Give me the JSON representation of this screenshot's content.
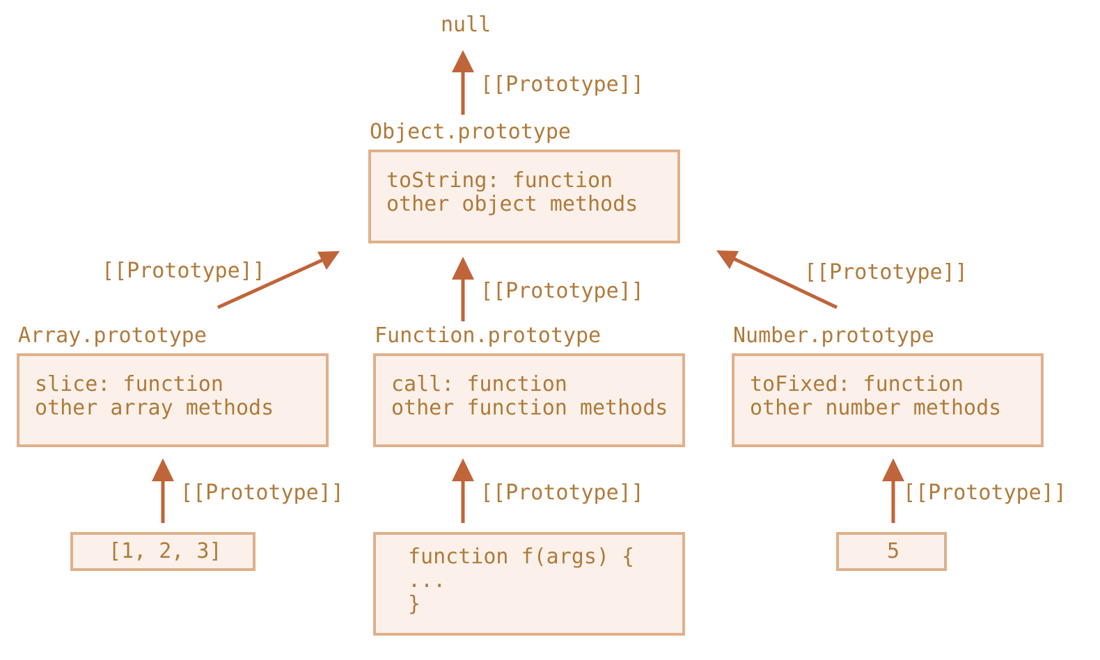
{
  "null_label": "null",
  "link_label": "[[Prototype]]",
  "object_proto": {
    "title": "Object.prototype",
    "lines": [
      "toString: function",
      "other object methods"
    ]
  },
  "array_proto": {
    "title": "Array.prototype",
    "lines": [
      "slice: function",
      "other array methods"
    ]
  },
  "function_proto": {
    "title": "Function.prototype",
    "lines": [
      "call: function",
      "other function methods"
    ]
  },
  "number_proto": {
    "title": "Number.prototype",
    "lines": [
      "toFixed: function",
      "other number methods"
    ]
  },
  "array_instance": "[1, 2, 3]",
  "function_instance": {
    "lines": [
      "function f(args) {",
      "...",
      "}"
    ]
  },
  "number_instance": "5",
  "colors": {
    "text": "#b07a3a",
    "box_fill": "#fbf1ea",
    "box_stroke": "#dfb08b",
    "arrow": "#c0643a"
  }
}
